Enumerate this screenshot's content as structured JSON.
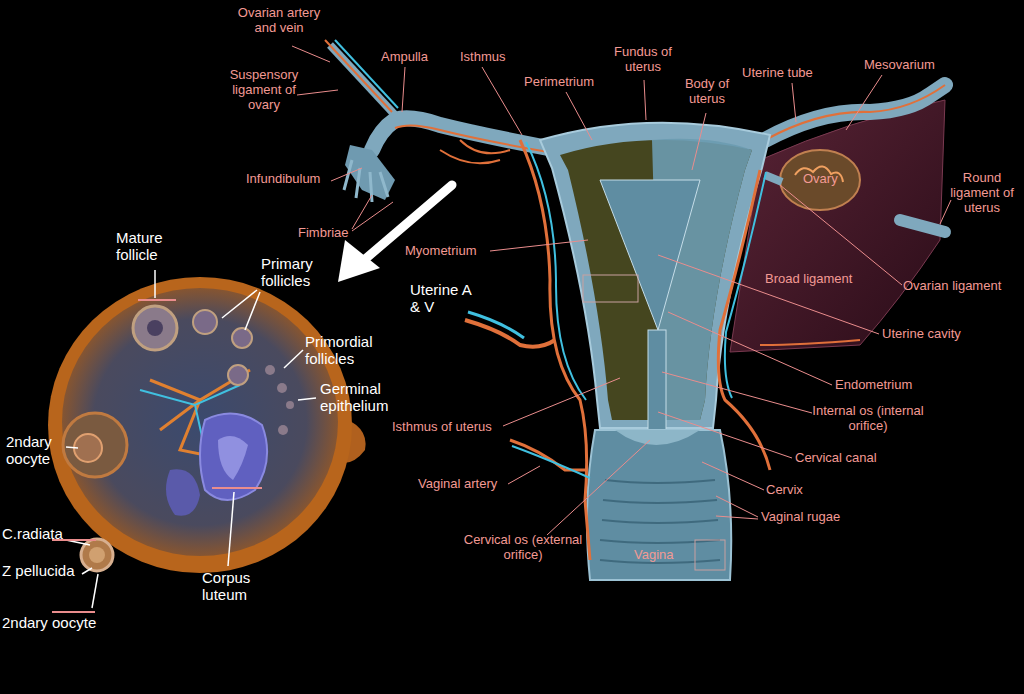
{
  "diagram": {
    "labels": [
      "Ovarian artery and vein",
      "Suspensory ligament of ovary",
      "Ampulla",
      "Isthmus",
      "Perimetrium",
      "Fundus of uterus",
      "Body of uterus",
      "Uterine tube",
      "Mesovarium",
      "Infundibulum",
      "Ovary",
      "Round ligament of uterus",
      "Fimbriae",
      "Myometrium",
      "Broad ligament",
      "Ovarian ligament",
      "Uterine A & V",
      "Uterine cavity",
      "Mature follicle",
      "Primary follicles",
      "Primordial follicles",
      "Germinal epithelium",
      "Endometrium",
      "Internal os (internal orifice)",
      "Isthmus of uterus",
      "2ndary oocyte",
      "Cervical canal",
      "Vaginal artery",
      "Cervix",
      "Vaginal rugae",
      "Corpus luteum",
      "C.radiata",
      "Z pellucida",
      "Cervical os (external orifice)",
      "Vagina",
      "2ndary oocyte"
    ]
  }
}
